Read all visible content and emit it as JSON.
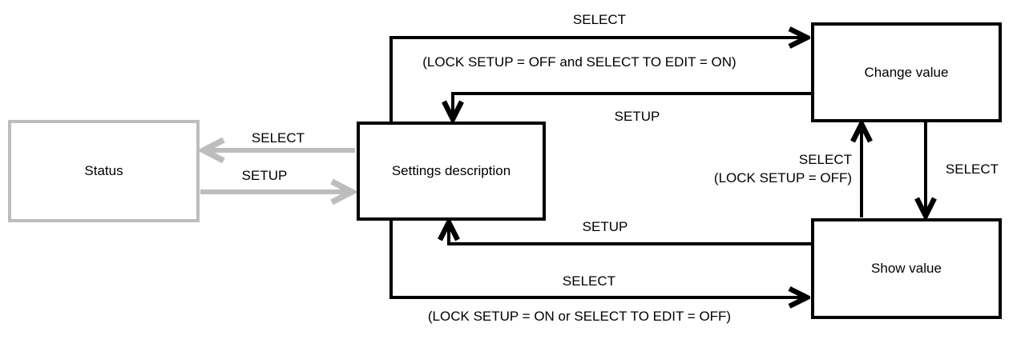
{
  "diagram": {
    "boxes": {
      "status": {
        "label": "Status"
      },
      "settings_description": {
        "label": "Settings description"
      },
      "change_value": {
        "label": "Change value"
      },
      "show_value": {
        "label": "Show value"
      }
    },
    "labels": {
      "select_top": "SELECT",
      "select_top_condition": "(LOCK SETUP = OFF and SELECT TO EDIT = ON)",
      "setup_change_to_settings": "SETUP",
      "select_show_to_change": "SELECT",
      "select_show_to_change_condition": "(LOCK SETUP = OFF)",
      "select_change_to_show": "SELECT",
      "setup_show_to_settings": "SETUP",
      "select_bottom": "SELECT",
      "select_bottom_condition": "(LOCK SETUP = ON or SELECT TO EDIT = OFF)",
      "select_settings_to_status": "SELECT",
      "setup_status_to_settings": "SETUP"
    },
    "colors": {
      "line_black": "#000000",
      "line_gray": "#bdbdbd",
      "background": "#ffffff",
      "text": "#000000"
    }
  }
}
